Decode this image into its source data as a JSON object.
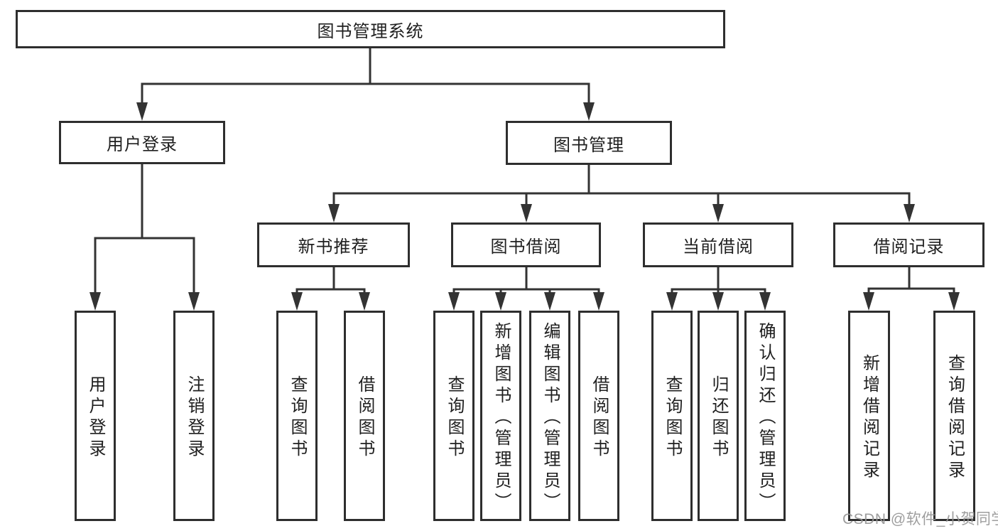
{
  "diagram": {
    "root": {
      "label": "图书管理系统"
    },
    "level2": [
      {
        "label": "用户登录"
      },
      {
        "label": "图书管理"
      }
    ],
    "level3": [
      {
        "label": "新书推荐"
      },
      {
        "label": "图书借阅"
      },
      {
        "label": "当前借阅"
      },
      {
        "label": "借阅记录"
      }
    ],
    "leaves": {
      "user_login": [
        "用户登录",
        "注销登录"
      ],
      "new_book": [
        "查询图书",
        "借阅图书"
      ],
      "book_borrow": [
        "查询图书",
        "新增图书（管理员）",
        "编辑图书（管理员）",
        "借阅图书"
      ],
      "current_borrow": [
        "查询图书",
        "归还图书",
        "确认归还（管理员）"
      ],
      "borrow_records": [
        "新增借阅记录",
        "查询借阅记录"
      ]
    }
  },
  "watermark": {
    "text": "CSDN @软件_小贺同学"
  },
  "colors": {
    "line": "#333333",
    "box_border": "#2e2e2e",
    "box_fill": "#ffffff",
    "text": "#1f1f1f",
    "watermark": "#969696",
    "background": "#ffffff"
  }
}
